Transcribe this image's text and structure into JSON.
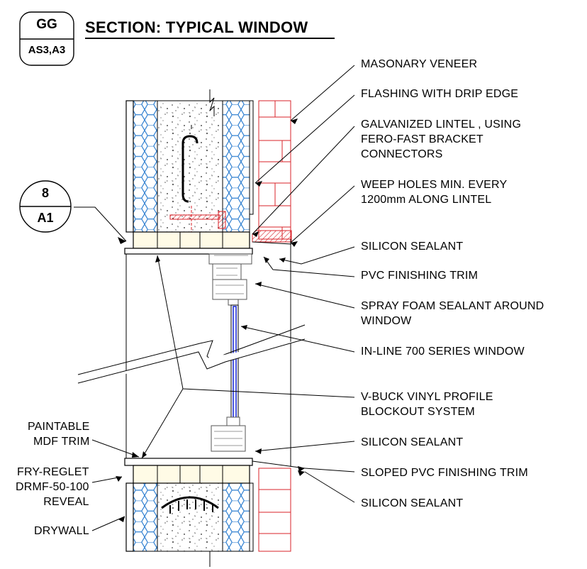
{
  "detail_tag": {
    "id": "GG",
    "sheets": "AS3,A3"
  },
  "title": "SECTION: TYPICAL WINDOW",
  "section_tag": {
    "number": "8",
    "sheet": "A1"
  },
  "callouts_right": [
    "MASONARY VENEER",
    "FLASHING WITH DRIP EDGE",
    "GALVANIZED LINTEL , USING\nFERO-FAST BRACKET\nCONNECTORS",
    "WEEP HOLES MIN. EVERY\n1200mm ALONG LINTEL",
    "SILICON SEALANT",
    "PVC FINISHING TRIM",
    "SPRAY FOAM SEALANT AROUND\nWINDOW",
    "IN-LINE 700 SERIES WINDOW",
    "V-BUCK VINYL PROFILE\nBLOCKOUT SYSTEM",
    "SILICON SEALANT",
    "SLOPED PVC FINISHING TRIM",
    "SILICON SEALANT"
  ],
  "callouts_left": [
    "PAINTABLE\nMDF TRIM",
    "FRY-REGLET\nDRMF-50-100\nREVEAL",
    "DRYWALL"
  ],
  "colors": {
    "insulation": "#2f7fd0",
    "brick": "#d8232a",
    "glazing": "#1f2fd6"
  }
}
